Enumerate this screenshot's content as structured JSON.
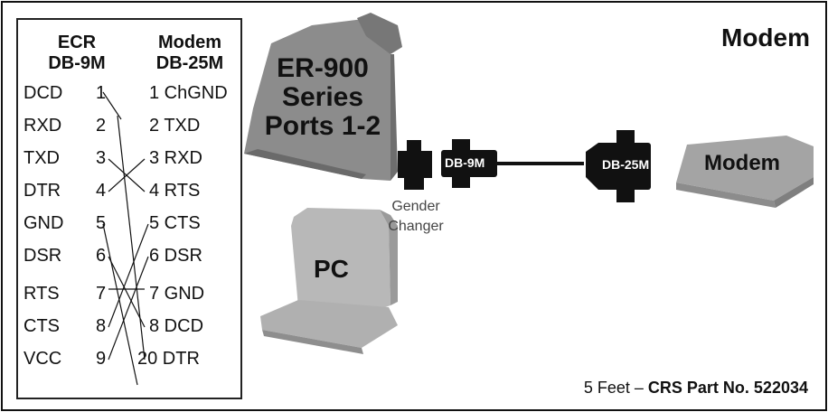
{
  "title": "Modem",
  "table": {
    "header_left_line1": "ECR",
    "header_left_line2": "DB-9M",
    "header_right_line1": "Modem",
    "header_right_line2": "DB-25M",
    "rows": [
      {
        "left": "DCD",
        "pin": "1",
        "right": "1 ChGND"
      },
      {
        "left": "RXD",
        "pin": "2",
        "right": "2 TXD"
      },
      {
        "left": "TXD",
        "pin": "3",
        "right": "3 RXD"
      },
      {
        "left": "DTR",
        "pin": "4",
        "right": "4 RTS"
      },
      {
        "left": "GND",
        "pin": "5",
        "right": "5 CTS"
      },
      {
        "left": "DSR",
        "pin": "6",
        "right": "6 DSR"
      },
      {
        "left": "RTS",
        "pin": "7",
        "right": "7 GND"
      },
      {
        "left": "CTS",
        "pin": "8",
        "right": "8 DCD"
      },
      {
        "left": "VCC",
        "pin": "9",
        "right": "20 DTR"
      }
    ]
  },
  "register": {
    "line1": "ER-900",
    "line2": "Series",
    "line3": "Ports 1-2"
  },
  "pc_label": "PC",
  "gender_changer": {
    "line1": "Gender",
    "line2": "Changer"
  },
  "connector_db9": "DB-9M",
  "connector_db25": "DB-25M",
  "modem_label": "Modem",
  "part": {
    "prefix": "5 Feet – ",
    "number": "CRS Part No. 522034"
  }
}
